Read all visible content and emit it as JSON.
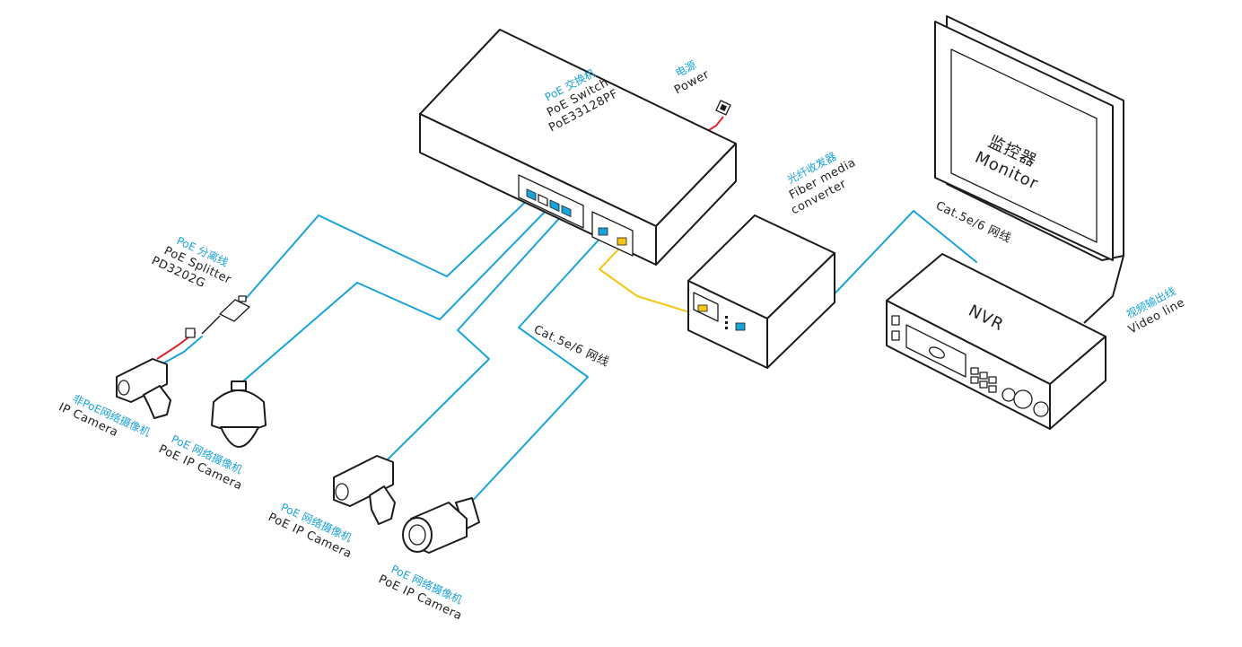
{
  "colors": {
    "cable": "#1aa3d9",
    "fiber": "#f5c518",
    "power": "#e0262b",
    "outline": "#1c1c1c"
  },
  "switch": {
    "cn": "PoE 交换机",
    "en": "PoE  Switch",
    "model": "PoE33128PF"
  },
  "power": {
    "cn": "电源",
    "en": "Power"
  },
  "fiber_converter": {
    "cn": "光纤收发器",
    "en_line1": "Fiber media",
    "en_line2": "converter"
  },
  "monitor": {
    "cn": "监控器",
    "en": "Monitor"
  },
  "nvr": {
    "label": "NVR"
  },
  "video_line": {
    "cn": "视频输出线",
    "en": "Video line"
  },
  "cable_label_top": {
    "text": "Cat.5e/6 网线"
  },
  "cable_label_mid": {
    "text": "Cat.5e/6 网线"
  },
  "splitter": {
    "cn": "PoE 分离线",
    "en": "PoE Splitter",
    "model": "PD3202G"
  },
  "cameras": [
    {
      "cn": "非PoE网络摄像机",
      "en": "IP Camera"
    },
    {
      "cn": "PoE 网络摄像机",
      "en": "PoE IP Camera"
    },
    {
      "cn": "PoE 网络摄像机",
      "en": "PoE IP Camera"
    },
    {
      "cn": "PoE 网络摄像机",
      "en": "PoE IP Camera"
    }
  ]
}
